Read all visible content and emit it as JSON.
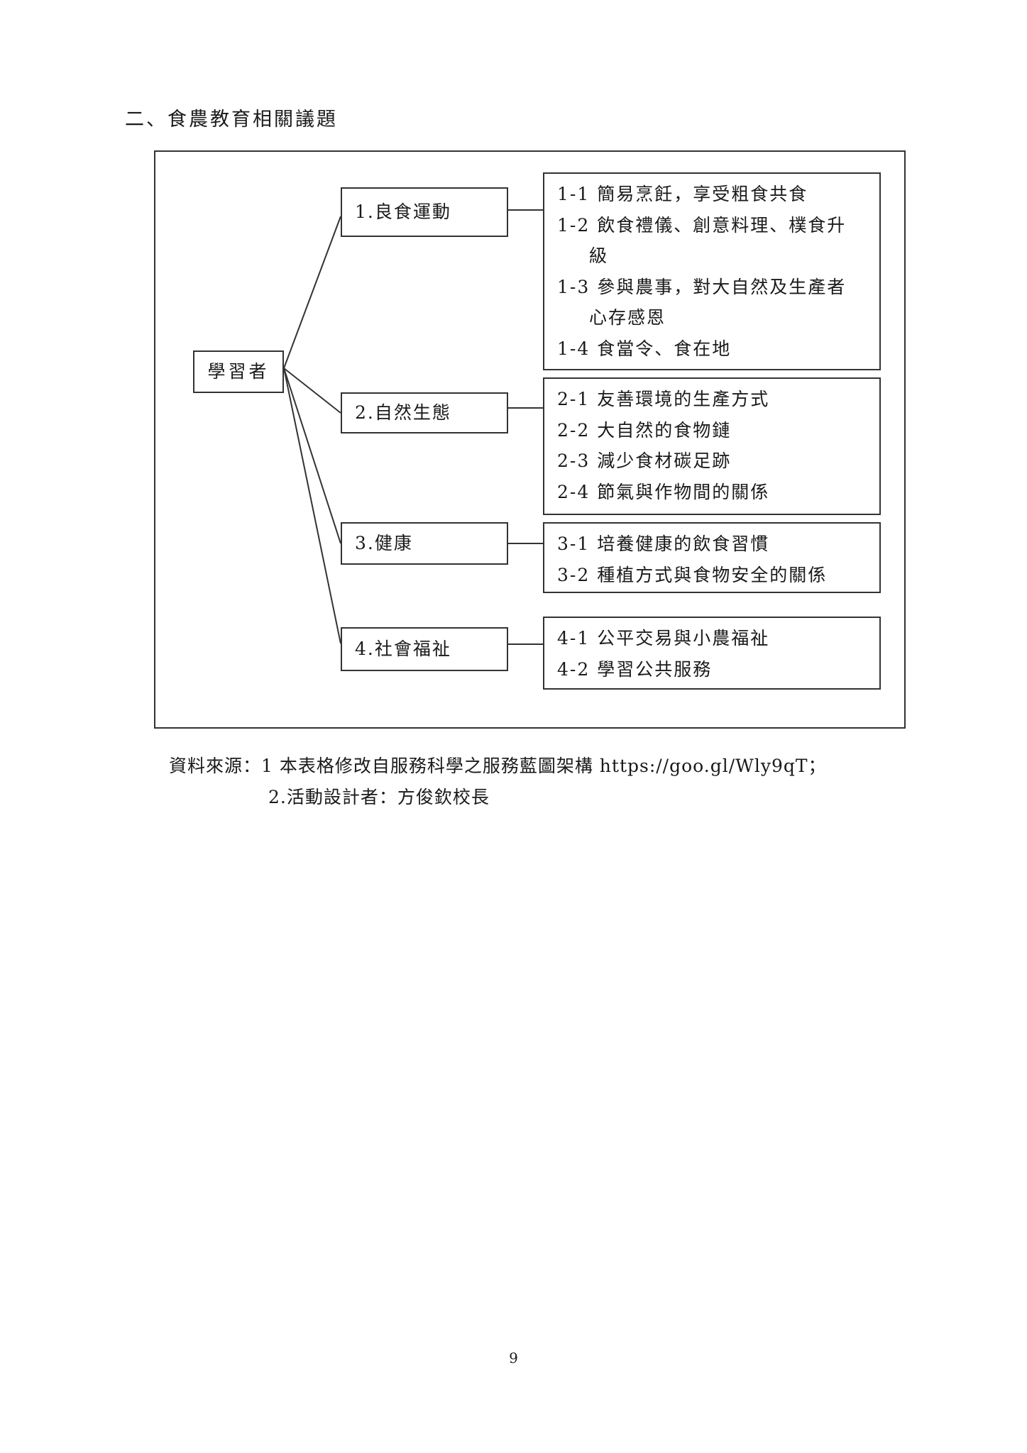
{
  "heading": "二、食農教育相關議題",
  "diagram": {
    "root": "學習者",
    "topics": [
      {
        "label": "1.良食運動",
        "items": [
          "1-1 簡易烹飪，享受粗食共食",
          "1-2 飲食禮儀、創意料理、樸食升",
          "級",
          "1-3 參與農事，對大自然及生產者",
          "心存感恩",
          "1-4 食當令、食在地"
        ]
      },
      {
        "label": "2.自然生態",
        "items": [
          "2-1 友善環境的生產方式",
          "2-2 大自然的食物鏈",
          "2-3 減少食材碳足跡",
          "2-4 節氣與作物間的關係"
        ]
      },
      {
        "label": "3.健康",
        "items": [
          "3-1 培養健康的飲食習慣",
          "3-2 種植方式與食物安全的關係"
        ]
      },
      {
        "label": "4.社會福祉",
        "items": [
          "4-1 公平交易與小農福祉",
          "4-2 學習公共服務"
        ]
      }
    ]
  },
  "source": {
    "line1": "資料來源：1 本表格修改自服務科學之服務藍圖架構 https://goo.gl/Wly9qT；",
    "line2": "2.活動設計者：方俊欽校長"
  },
  "page_number": "9"
}
